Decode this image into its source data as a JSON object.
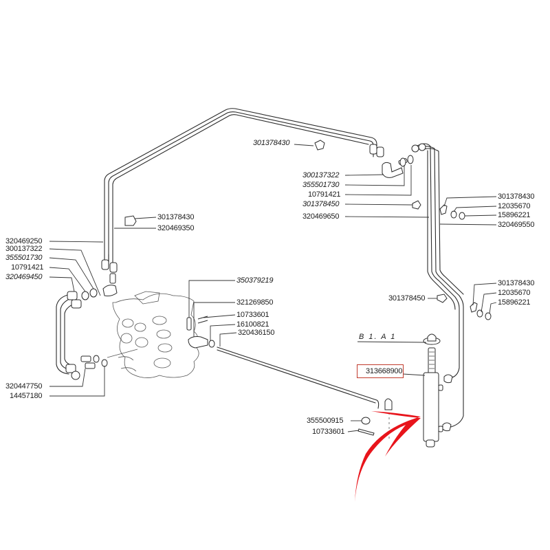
{
  "diagram": {
    "title": "Hydraulic lift cylinder piping – exploded parts view",
    "highlight_color": "#c0392b",
    "arrow_color": "#e8141b",
    "highlighted_part": "313668900",
    "reference_label": "B 1. A 1",
    "labels_top": {
      "clip_top": "301378430",
      "right_group": [
        "300137322",
        "355501730",
        "10791421",
        "301378450",
        "320469650"
      ]
    },
    "labels_upper_right": [
      "301378430",
      "12035670",
      "15896221",
      "320469550"
    ],
    "labels_left_pipe": {
      "clip": "301378430",
      "pipe": "320469350"
    },
    "labels_left": [
      "320469250",
      "300137322",
      "355501730",
      "10791421",
      "320469450"
    ],
    "labels_center": [
      "350379219",
      "321269850",
      "10733601",
      "16100821",
      "320436150"
    ],
    "labels_mid_right": {
      "clip": "301378450",
      "group": [
        "301378430",
        "12035670",
        "15896221"
      ]
    },
    "labels_bottom_left": [
      "320447750",
      "14457180"
    ],
    "labels_bottom_center": [
      "355500915",
      "10733601"
    ],
    "arrow": {
      "points_to": "313668900",
      "icon": "curved-arrow-icon"
    }
  }
}
